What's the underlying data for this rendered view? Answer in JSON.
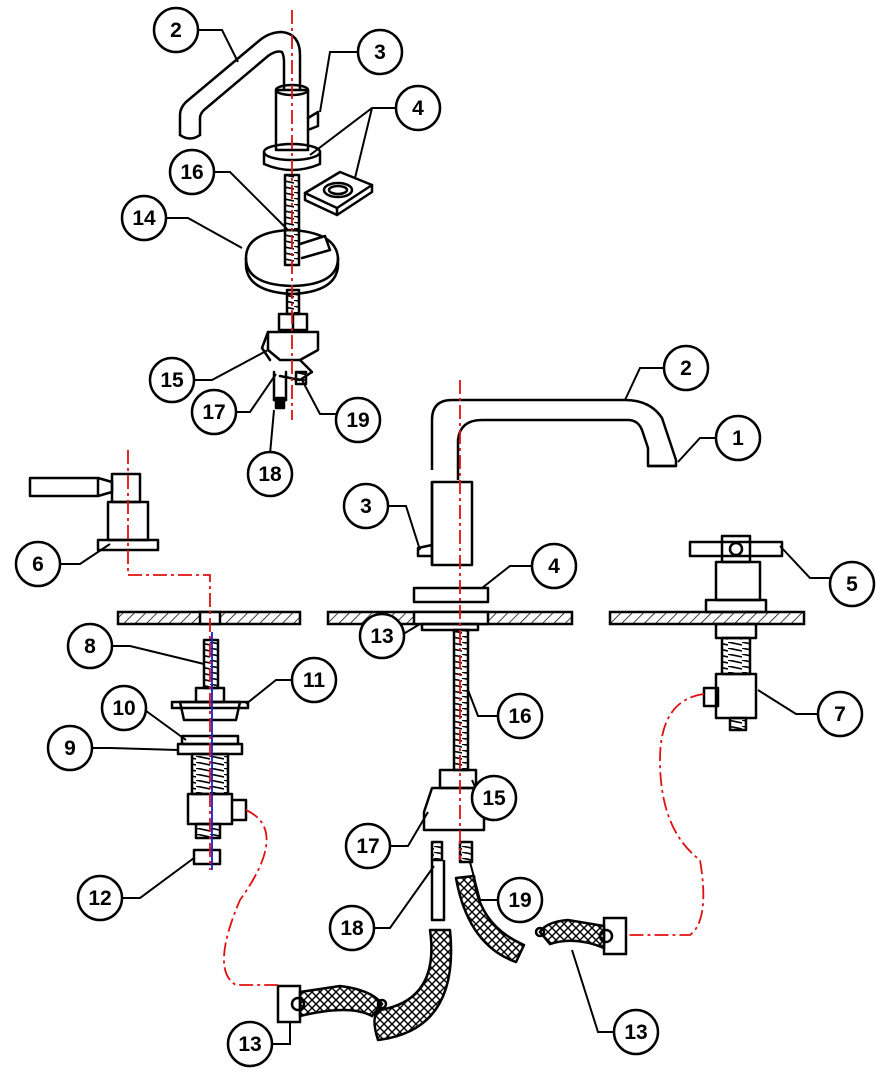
{
  "callouts": [
    {
      "id": "c2a",
      "label": "2"
    },
    {
      "id": "c3a",
      "label": "3"
    },
    {
      "id": "c4a",
      "label": "4"
    },
    {
      "id": "c16a",
      "label": "16"
    },
    {
      "id": "c14",
      "label": "14"
    },
    {
      "id": "c15a",
      "label": "15"
    },
    {
      "id": "c17a",
      "label": "17"
    },
    {
      "id": "c19a",
      "label": "19"
    },
    {
      "id": "c18a",
      "label": "18"
    },
    {
      "id": "c2b",
      "label": "2"
    },
    {
      "id": "c1",
      "label": "1"
    },
    {
      "id": "c3b",
      "label": "3"
    },
    {
      "id": "c4b",
      "label": "4"
    },
    {
      "id": "c5",
      "label": "5"
    },
    {
      "id": "c6",
      "label": "6"
    },
    {
      "id": "c8",
      "label": "8"
    },
    {
      "id": "c11",
      "label": "11"
    },
    {
      "id": "c10",
      "label": "10"
    },
    {
      "id": "c9",
      "label": "9"
    },
    {
      "id": "c12",
      "label": "12"
    },
    {
      "id": "c13a",
      "label": "13"
    },
    {
      "id": "c16b",
      "label": "16"
    },
    {
      "id": "c15b",
      "label": "15"
    },
    {
      "id": "c17b",
      "label": "17"
    },
    {
      "id": "c19b",
      "label": "19"
    },
    {
      "id": "c18b",
      "label": "18"
    },
    {
      "id": "c7",
      "label": "7"
    },
    {
      "id": "c13b",
      "label": "13"
    },
    {
      "id": "c13c",
      "label": "13"
    }
  ],
  "colors": {
    "line": "#000000",
    "centerline": "#e01010",
    "axis": "#1020d0",
    "background": "#ffffff"
  }
}
